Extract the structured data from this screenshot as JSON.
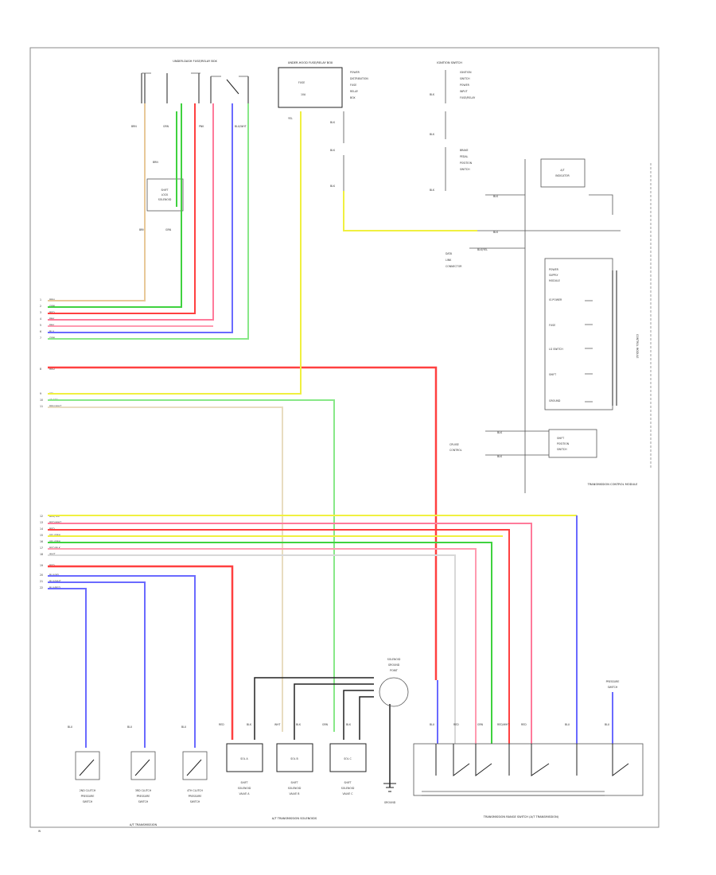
{
  "diagram": {
    "page_ref": "W",
    "module_label": "TRANSMISSION CONTROL MODULE",
    "range_switch_group": "A/T TRANSMISSION",
    "solenoid_group": "A/T TRANSMISSION SOLENOIDS",
    "switch_group": "TRANSMISSION RANGE SWITCH (A/T TRANSMISSION)",
    "top_box_1": "UNDER-DASH FUSE/RELAY BOX",
    "top_box_2": "UNDER-HOOD FUSE/RELAY BOX",
    "top_box_3": "IGNITION SWITCH",
    "ground_label": "GROUND",
    "solenoid_labels": [
      "SOL A",
      "SOL B",
      "SOL C"
    ],
    "colors": {
      "tan": "#e8c898",
      "green": "#3fd23f",
      "pink": "#ff7a9a",
      "red": "#ff4040",
      "blue": "#6a6aff",
      "yellow": "#f0f040",
      "lightgreen": "#88e888",
      "black": "#222222",
      "gray": "#d8d8d8"
    }
  }
}
